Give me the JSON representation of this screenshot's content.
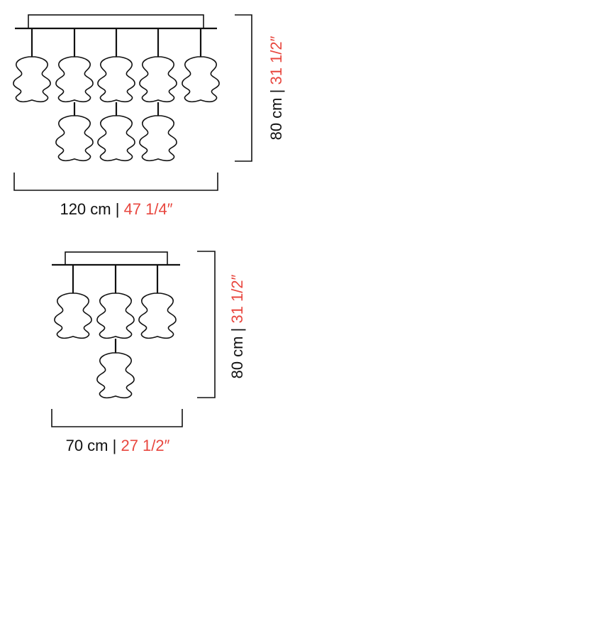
{
  "colors": {
    "metric": "#111111",
    "imperial": "#e8473f",
    "lines": "#111111",
    "background": "#ffffff"
  },
  "views": [
    {
      "width": {
        "metric": "120 cm",
        "separator": " | ",
        "imperial": "47 1/4″"
      },
      "height": {
        "metric": "80 cm",
        "separator": " | ",
        "imperial": "31 1/2″"
      },
      "pendant_count": 8
    },
    {
      "width": {
        "metric": "70 cm",
        "separator": " | ",
        "imperial": "27 1/2″"
      },
      "height": {
        "metric": "80 cm",
        "separator": " | ",
        "imperial": "31 1/2″"
      },
      "pendant_count": 4
    }
  ]
}
